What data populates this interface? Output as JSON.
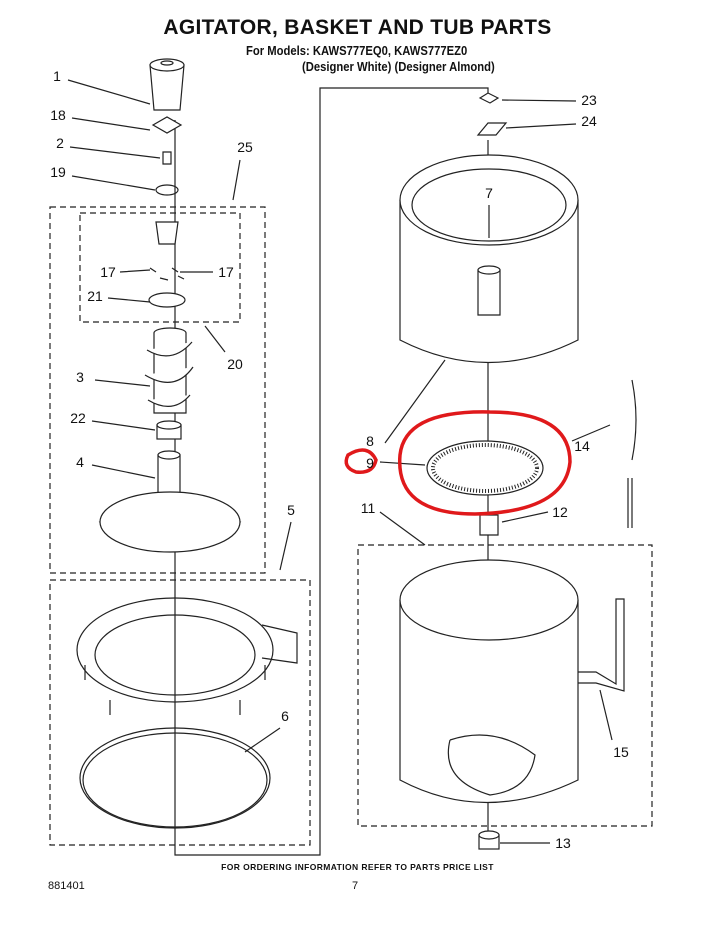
{
  "header": {
    "title": "AGITATOR, BASKET AND TUB PARTS",
    "models": "For Models: KAWS777EQ0, KAWS777EZ0",
    "variants": "(Designer White)  (Designer Almond)"
  },
  "callouts": [
    "1",
    "18",
    "2",
    "19",
    "25",
    "17",
    "17",
    "21",
    "20",
    "3",
    "22",
    "4",
    "5",
    "6",
    "23",
    "24",
    "7",
    "8",
    "9",
    "14",
    "11",
    "12",
    "15",
    "13"
  ],
  "annotation": {
    "color": "#e0191b",
    "highlighted_parts": [
      "8",
      "9"
    ]
  },
  "footer": {
    "notice": "FOR ORDERING INFORMATION REFER TO PARTS PRICE LIST",
    "doc_number": "881401",
    "page_number": "7"
  }
}
